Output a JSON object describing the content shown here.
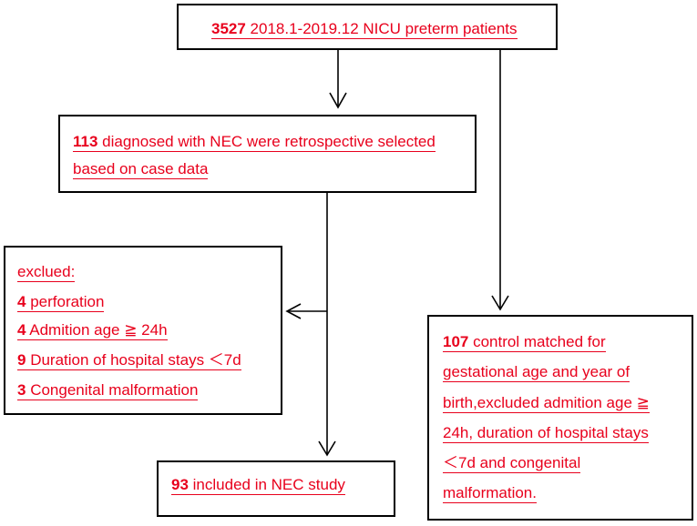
{
  "boxes": {
    "top": {
      "number": "3527",
      "text": " 2018.1-2019.12 NICU preterm patients"
    },
    "nec": {
      "number": "113",
      "line1": " diagnosed with NEC were retrospective selected",
      "line2": "based on case data"
    },
    "excluded": {
      "header": "exclued:",
      "items": [
        {
          "number": "4",
          "text": " perforation"
        },
        {
          "number": "4",
          "text": " Admition age  ≧ 24h"
        },
        {
          "number": "9",
          "text": " Duration of hospital stays  ＜7d"
        },
        {
          "number": "3",
          "text": " Congenital malformation"
        }
      ]
    },
    "control": {
      "number": "107",
      "line1": " control matched for",
      "line2": "gestational age and year of",
      "line3": "birth,excluded admition age  ≧",
      "line4": "24h, duration of hospital stays",
      "line5": "＜7d and congenital",
      "line6": "malformation."
    },
    "included": {
      "number": "93",
      "text": " included in NEC study"
    }
  },
  "colors": {
    "text": "#e8001c",
    "border": "#000000"
  }
}
